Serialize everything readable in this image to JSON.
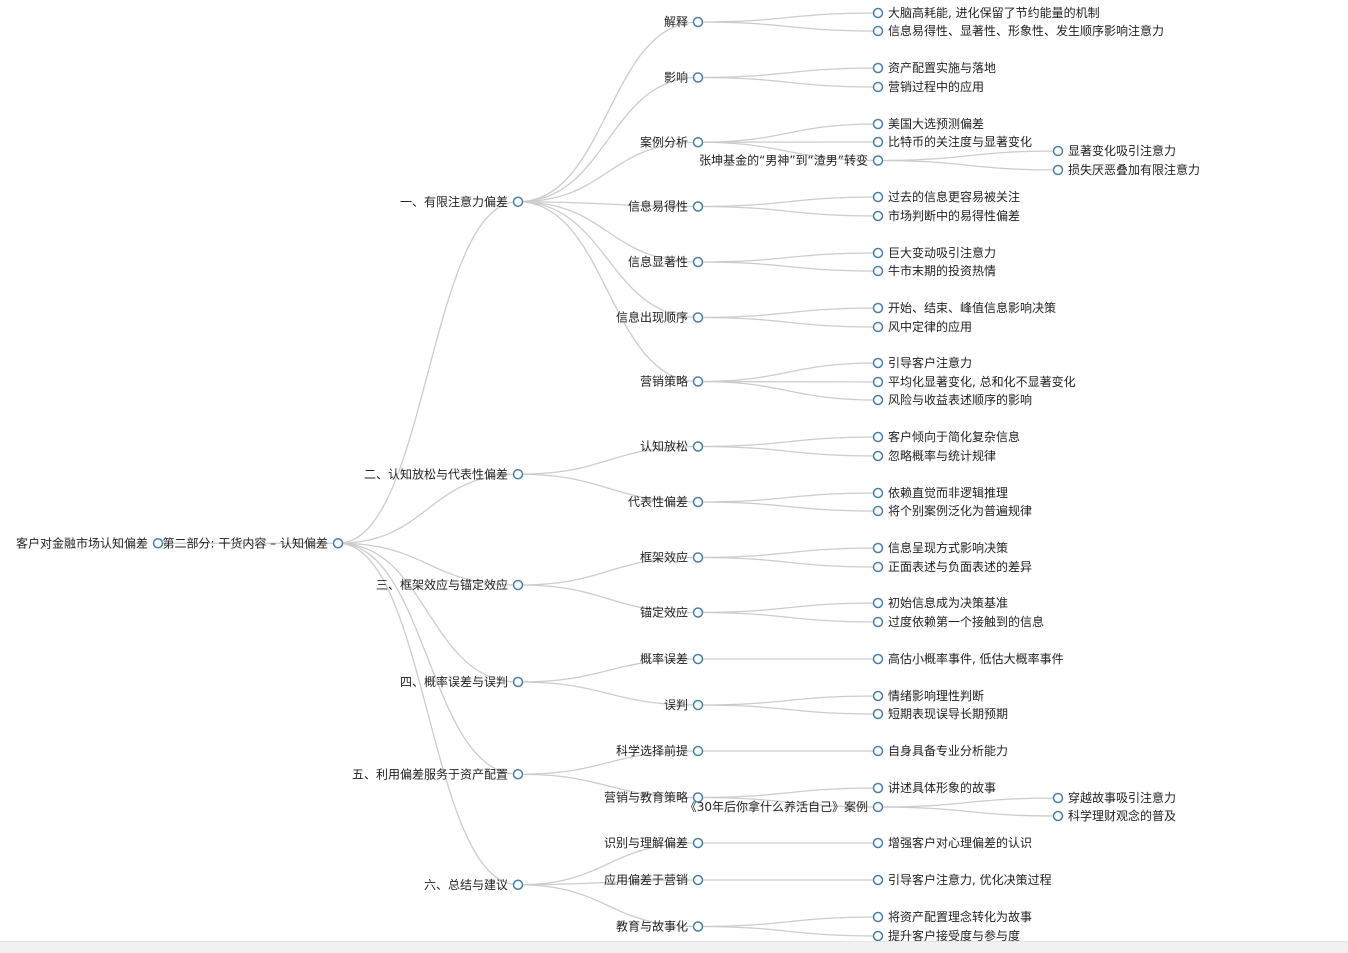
{
  "tree": {
    "label": "客户对金融市场认知偏差",
    "children": [
      {
        "label": "第二部分: 干货内容 – 认知偏差",
        "children": [
          {
            "label": "一、有限注意力偏差",
            "children": [
              {
                "label": "解释",
                "children": [
                  {
                    "label": "大脑高耗能, 进化保留了节约能量的机制"
                  },
                  {
                    "label": "信息易得性、显著性、形象性、发生顺序影响注意力"
                  }
                ]
              },
              {
                "label": "影响",
                "children": [
                  {
                    "label": "资产配置实施与落地"
                  },
                  {
                    "label": "营销过程中的应用"
                  }
                ]
              },
              {
                "label": "案例分析",
                "children": [
                  {
                    "label": "美国大选预测偏差"
                  },
                  {
                    "label": "比特币的关注度与显著变化"
                  },
                  {
                    "label": "张坤基金的“男神”到“渣男”转变",
                    "children": [
                      {
                        "label": "显著变化吸引注意力"
                      },
                      {
                        "label": "损失厌恶叠加有限注意力"
                      }
                    ]
                  }
                ]
              },
              {
                "label": "信息易得性",
                "children": [
                  {
                    "label": "过去的信息更容易被关注"
                  },
                  {
                    "label": "市场判断中的易得性偏差"
                  }
                ]
              },
              {
                "label": "信息显著性",
                "children": [
                  {
                    "label": "巨大变动吸引注意力"
                  },
                  {
                    "label": "牛市末期的投资热情"
                  }
                ]
              },
              {
                "label": "信息出现顺序",
                "children": [
                  {
                    "label": "开始、结束、峰值信息影响决策"
                  },
                  {
                    "label": "风中定律的应用"
                  }
                ]
              },
              {
                "label": "营销策略",
                "children": [
                  {
                    "label": "引导客户注意力"
                  },
                  {
                    "label": "平均化显著变化, 总和化不显著变化"
                  },
                  {
                    "label": "风险与收益表述顺序的影响"
                  }
                ]
              }
            ]
          },
          {
            "label": "二、认知放松与代表性偏差",
            "children": [
              {
                "label": "认知放松",
                "children": [
                  {
                    "label": "客户倾向于简化复杂信息"
                  },
                  {
                    "label": "忽略概率与统计规律"
                  }
                ]
              },
              {
                "label": "代表性偏差",
                "children": [
                  {
                    "label": "依赖直觉而非逻辑推理"
                  },
                  {
                    "label": "将个别案例泛化为普遍规律"
                  }
                ]
              }
            ]
          },
          {
            "label": "三、框架效应与锚定效应",
            "children": [
              {
                "label": "框架效应",
                "children": [
                  {
                    "label": "信息呈现方式影响决策"
                  },
                  {
                    "label": "正面表述与负面表述的差异"
                  }
                ]
              },
              {
                "label": "锚定效应",
                "children": [
                  {
                    "label": "初始信息成为决策基准"
                  },
                  {
                    "label": "过度依赖第一个接触到的信息"
                  }
                ]
              }
            ]
          },
          {
            "label": "四、概率误差与误判",
            "children": [
              {
                "label": "概率误差",
                "children": [
                  {
                    "label": "高估小概率事件, 低估大概率事件"
                  }
                ]
              },
              {
                "label": "误判",
                "children": [
                  {
                    "label": "情绪影响理性判断"
                  },
                  {
                    "label": "短期表现误导长期预期"
                  }
                ]
              }
            ]
          },
          {
            "label": "五、利用偏差服务于资产配置",
            "children": [
              {
                "label": "科学选择前提",
                "children": [
                  {
                    "label": "自身具备专业分析能力"
                  }
                ]
              },
              {
                "label": "营销与教育策略",
                "children": [
                  {
                    "label": "讲述具体形象的故事"
                  },
                  {
                    "label": "《30年后你拿什么养活自己》案例",
                    "children": [
                      {
                        "label": "穿越故事吸引注意力"
                      },
                      {
                        "label": "科学理财观念的普及"
                      }
                    ]
                  }
                ]
              }
            ]
          },
          {
            "label": "六、总结与建议",
            "children": [
              {
                "label": "识别与理解偏差",
                "children": [
                  {
                    "label": "增强客户对心理偏差的认识"
                  }
                ]
              },
              {
                "label": "应用偏差于营销",
                "children": [
                  {
                    "label": "引导客户注意力, 优化决策过程"
                  }
                ]
              },
              {
                "label": "教育与故事化",
                "children": [
                  {
                    "label": "将资产配置理念转化为故事"
                  },
                  {
                    "label": "提升客户接受度与参与度"
                  }
                ]
              }
            ]
          }
        ]
      }
    ]
  }
}
